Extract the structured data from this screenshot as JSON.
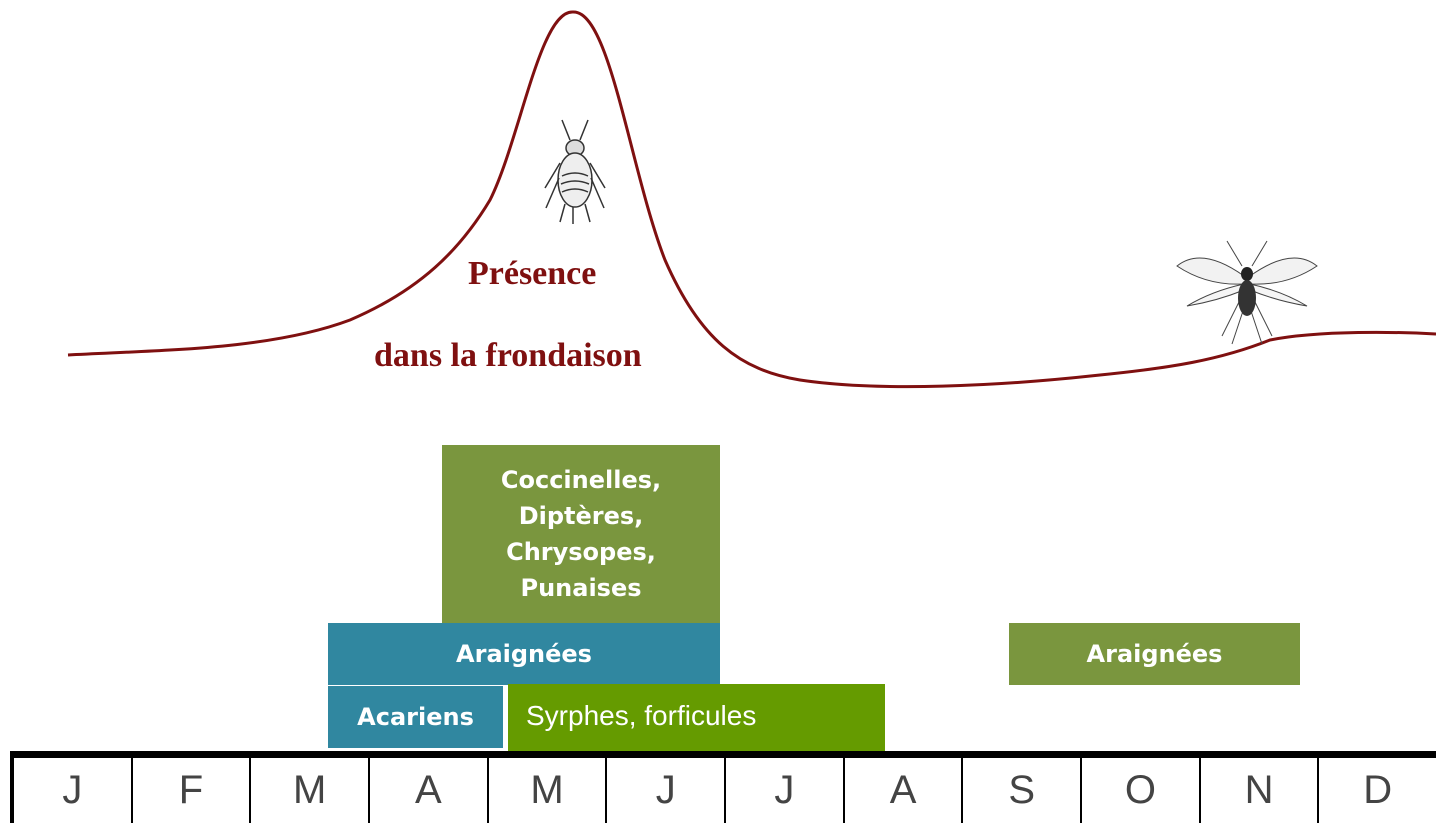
{
  "curve_label": {
    "line1": "Présence",
    "line2": "dans la frondaison"
  },
  "colors": {
    "curve": "#7f1010",
    "olive": "#7a963e",
    "teal": "#3087a0",
    "bright_green": "#659b00"
  },
  "predators": {
    "coccinelles": [
      "Coccinelles,",
      "Diptères,",
      "Chrysopes,",
      "Punaises"
    ],
    "araignees_spring": "Araignées",
    "acariens": "Acariens",
    "syrphes": "Syrphes, forficules",
    "araignees_autumn": "Araignées"
  },
  "icons": {
    "aphid_wingless": "aphid-wingless-icon",
    "aphid_winged": "aphid-winged-icon"
  },
  "months": [
    "J",
    "F",
    "M",
    "A",
    "M",
    "J",
    "J",
    "A",
    "S",
    "O",
    "N",
    "D"
  ]
}
